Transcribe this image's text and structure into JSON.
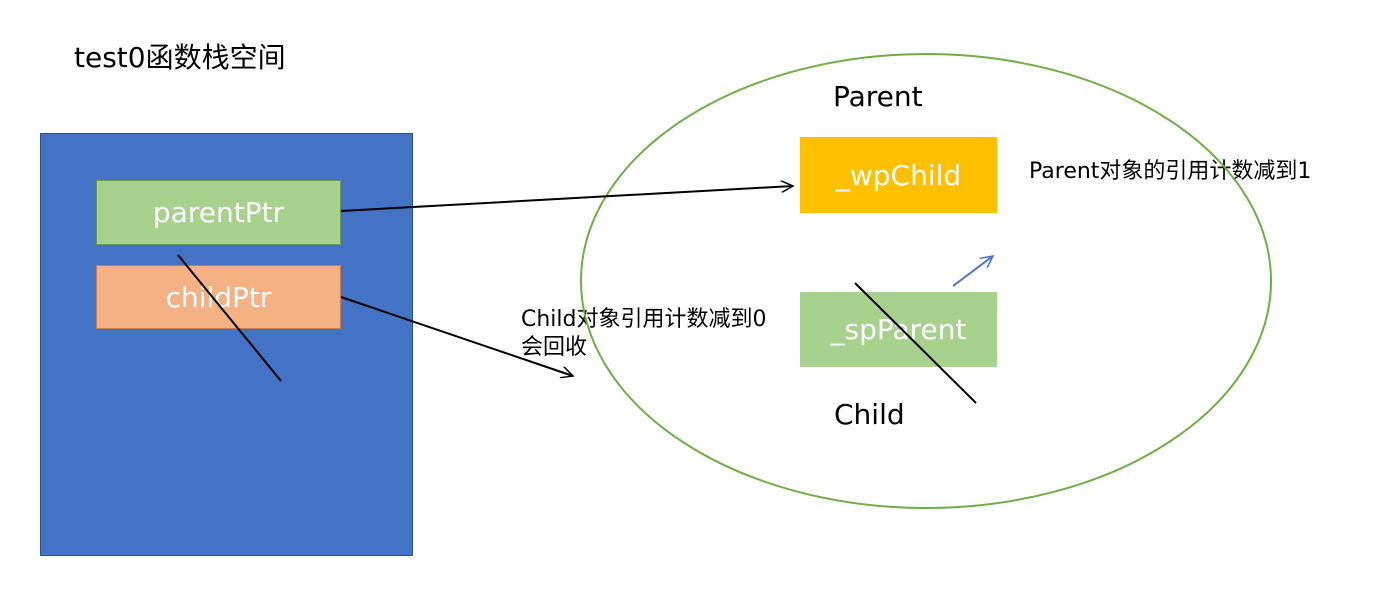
{
  "title": "test0函数栈空间",
  "stack": {
    "parent_ptr": "parentPtr",
    "child_ptr": "childPtr"
  },
  "heap": {
    "parent_label": "Parent",
    "child_label": "Child",
    "wp_child": "_wpChild",
    "sp_parent": "_spParent"
  },
  "notes": {
    "parent_note": "Parent对象的引用计数减到1",
    "child_note_line1": "Child对象引用计数减到0",
    "child_note_line2": "会回收"
  },
  "colors": {
    "stack_frame": "#4472c4",
    "parent_ptr_box": "#a9d18e",
    "child_ptr_box": "#f4b183",
    "wp_child_box": "#ffc000",
    "sp_parent_box": "#a9d18e",
    "heap_ellipse": "#70ad47",
    "blue_arrow": "#4472c4"
  }
}
